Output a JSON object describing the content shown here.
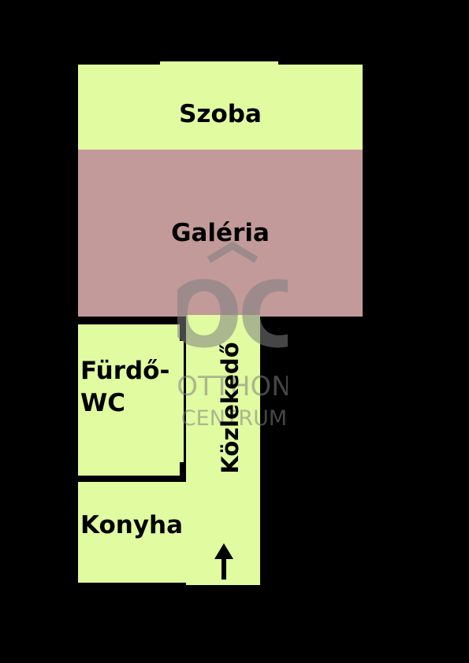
{
  "rooms": {
    "szoba": {
      "label": "Szoba"
    },
    "galeria": {
      "label": "Galéria"
    },
    "furdo": {
      "line1": "Fürdő-",
      "line2": "WC"
    },
    "konyha": {
      "label": "Konyha"
    },
    "kozlekedo": {
      "label": "Közlekedő"
    }
  },
  "watermark": {
    "monogram": "OC",
    "line1": "OTTHON",
    "line2": "CENTRUM"
  },
  "icons": {
    "entrance": "up-arrow-icon"
  },
  "colors": {
    "room_fill": "#e0fba0",
    "gallery_fill": "#c29a9a",
    "background": "#000000",
    "watermark": "#808080"
  }
}
